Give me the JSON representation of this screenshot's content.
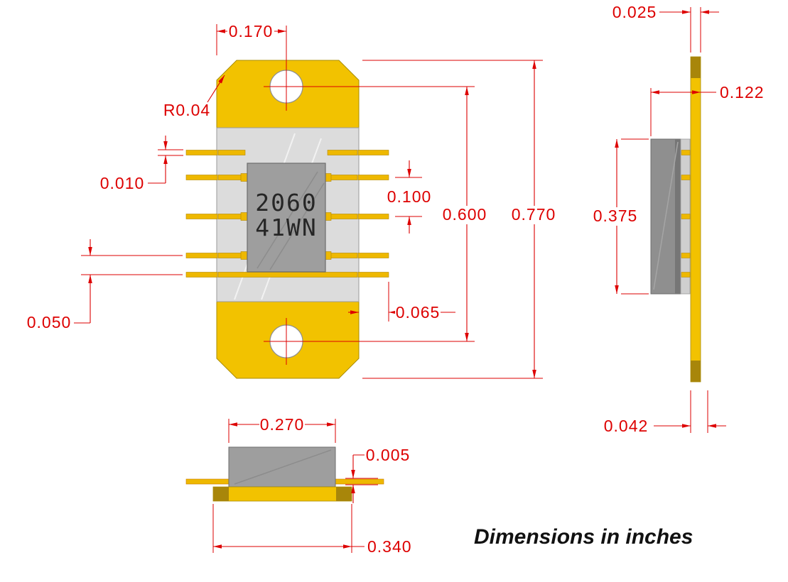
{
  "note": "Dimensions in inches",
  "part_marking": {
    "line1": "2060",
    "line2": "41WN"
  },
  "front_view": {
    "hole_offset": "0.170",
    "corner_radius": "R0.04",
    "lead_thickness": "0.010",
    "lead_pitch": "0.100",
    "hole_spacing": "0.600",
    "overall_length": "0.770",
    "lead_length": "0.065",
    "lead_gap": "0.050"
  },
  "side_view": {
    "flange_thickness": "0.025",
    "overall_thickness": "0.122",
    "body_length": "0.375",
    "base_thickness": "0.042"
  },
  "bottom_view": {
    "cap_width": "0.270",
    "lead_offset": "0.005",
    "flange_width": "0.340"
  },
  "colors": {
    "dimension_red": "#dd0000",
    "flange_gold": "#f2c200",
    "flange_dark_gold": "#a8860a",
    "lead_gold": "#eeb800",
    "ceramic_gray": "#dcdcdc",
    "cap_gray": "#9e9e9e"
  }
}
